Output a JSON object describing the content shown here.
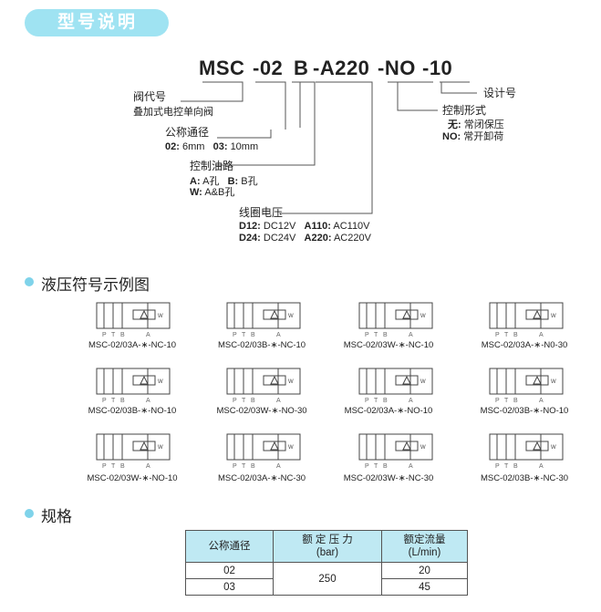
{
  "banner": {
    "title": "型号说明"
  },
  "model": {
    "parts": [
      "MSC",
      "-02",
      "B",
      "-A220",
      "-NO",
      "-10"
    ]
  },
  "explain": {
    "valve_title": "阀代号",
    "valve_desc": "叠加式电控单向阀",
    "size_title": "公称通径",
    "size_02_code": "02:",
    "size_02_val": "6mm",
    "size_03_code": "03:",
    "size_03_val": "10mm",
    "oil_title": "控制油路",
    "oil_a_code": "A:",
    "oil_a_val": "A孔",
    "oil_b_code": "B:",
    "oil_b_val": "B孔",
    "oil_w_code": "W:",
    "oil_w_val": "A&B孔",
    "coil_title": "线圈电压",
    "coil_d12_code": "D12:",
    "coil_d12_val": "DC12V",
    "coil_a110_code": "A110:",
    "coil_a110_val": "AC110V",
    "coil_d24_code": "D24:",
    "coil_d24_val": "DC24V",
    "coil_a220_code": "A220:",
    "coil_a220_val": "AC220V",
    "design_title": "设计号",
    "ctrl_title": "控制形式",
    "ctrl_none_code": "无:",
    "ctrl_none_val": "常闭保压",
    "ctrl_no_code": "NO:",
    "ctrl_no_val": "常开卸荷"
  },
  "symbols_section": {
    "title": "液压符号示例图"
  },
  "symbol_port_labels": {
    "p": "P",
    "t": "T",
    "b": "B",
    "a": "A",
    "w": "W"
  },
  "symbols": [
    {
      "caption": "MSC-02/03A-∗-NC-10"
    },
    {
      "caption": "MSC-02/03B-∗-NC-10"
    },
    {
      "caption": "MSC-02/03W-∗-NC-10"
    },
    {
      "caption": "MSC-02/03A-∗-N0-30"
    },
    {
      "caption": "MSC-02/03B-∗-NO-10"
    },
    {
      "caption": "MSC-02/03W-∗-NO-30"
    },
    {
      "caption": "MSC-02/03A-∗-NO-10"
    },
    {
      "caption": "MSC-02/03B-∗-NO-10"
    },
    {
      "caption": "MSC-02/03W-∗-NO-10"
    },
    {
      "caption": "MSC-02/03A-∗-NC-30"
    },
    {
      "caption": "MSC-02/03W-∗-NC-30"
    },
    {
      "caption": "MSC-02/03B-∗-NC-30"
    }
  ],
  "spec_section": {
    "title": "规格"
  },
  "spec_table": {
    "h1": "公称通径",
    "h2a": "额 定 压 力",
    "h2b": "(bar)",
    "h3a": "额定流量",
    "h3b": "(L/min)",
    "rows": [
      {
        "size": "02",
        "flow": "20"
      },
      {
        "size": "03",
        "flow": "45"
      }
    ],
    "pressure": "250"
  },
  "colors": {
    "accent": "#9fe3f2",
    "header_bg": "#bfe9f3",
    "dot": "#7fd3ea"
  }
}
